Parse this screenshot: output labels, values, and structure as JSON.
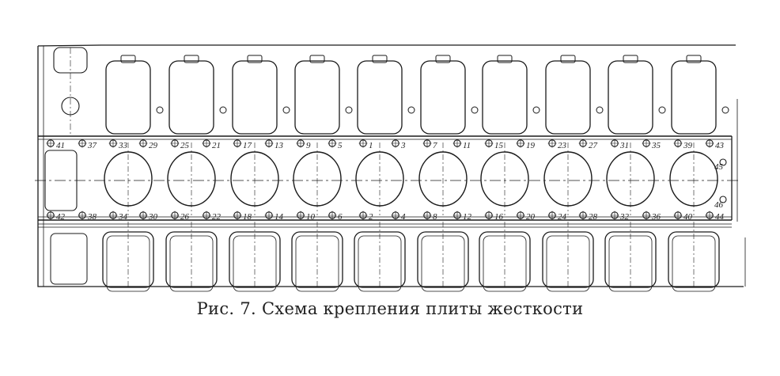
{
  "caption": "Рис. 7. Схема крепления плиты жесткости",
  "labels_top": [
    "41",
    "37",
    "33",
    "29",
    "25",
    "21",
    "17",
    "13",
    "9",
    "5",
    "1",
    "3",
    "7",
    "11",
    "15",
    "19",
    "23",
    "27",
    "31",
    "35",
    "39",
    "43"
  ],
  "labels_bottom": [
    "42",
    "38",
    "34",
    "30",
    "26",
    "22",
    "18",
    "14",
    "10",
    "6",
    "2",
    "4",
    "8",
    "12",
    "16",
    "20",
    "24",
    "28",
    "32",
    "36",
    "40",
    "44"
  ],
  "labels_right": [
    "45",
    "46"
  ]
}
